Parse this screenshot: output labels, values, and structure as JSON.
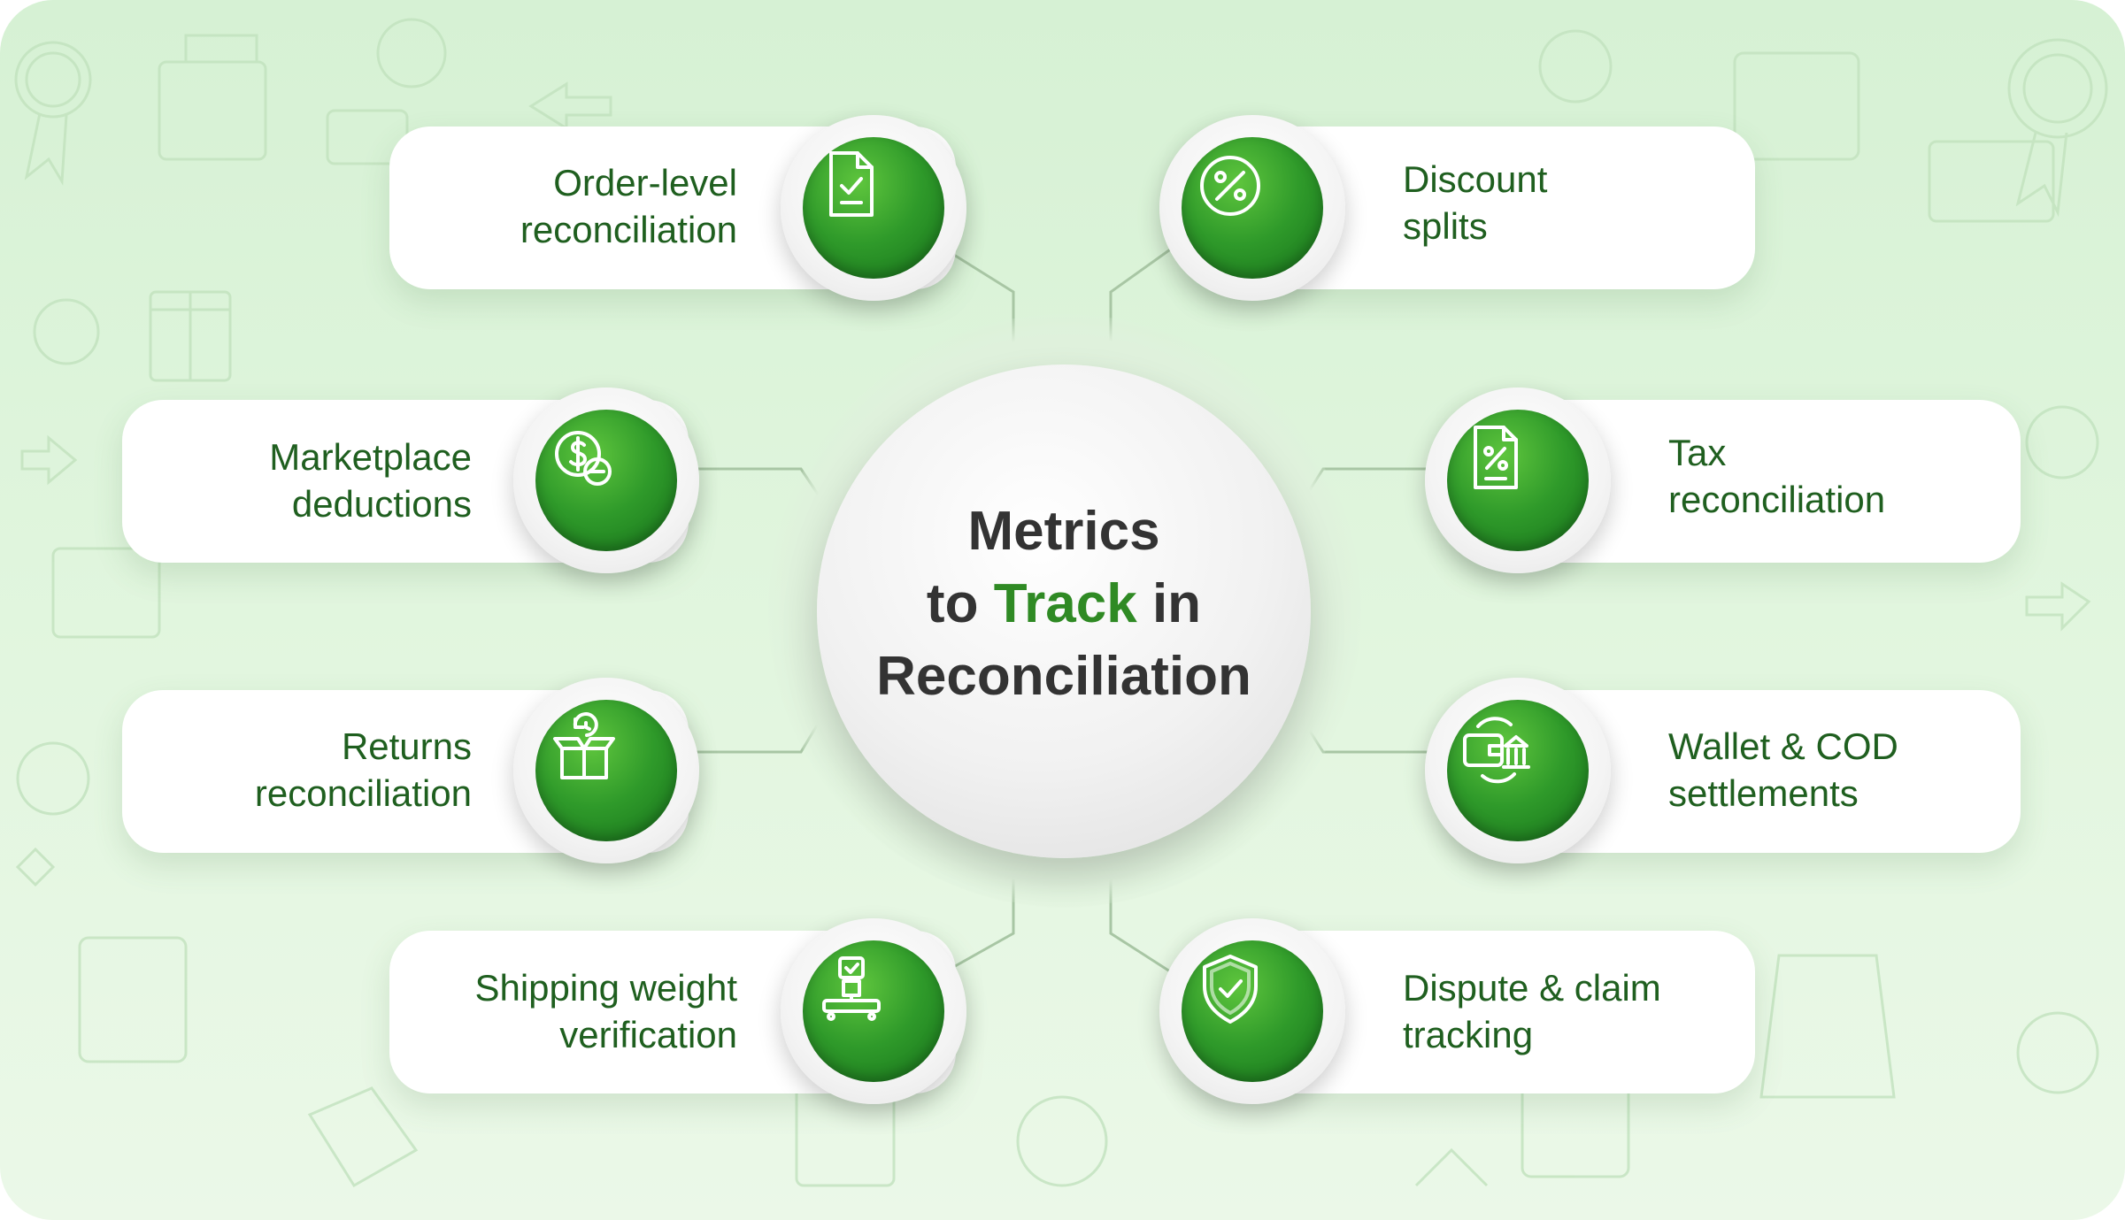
{
  "colors": {
    "accent": "#2f8a24",
    "label_text": "#1f5f1f",
    "title_text": "#333333",
    "icon_green": "#2f9a2a",
    "background": "#dcf3d9",
    "connector": "#a8c6a4"
  },
  "hub": {
    "title_line1": "Metrics",
    "title_line2_pre": "to",
    "title_line2_accent": "Track",
    "title_line2_post": "in",
    "title_line3": "Reconciliation"
  },
  "items": [
    {
      "line1": "Order-level",
      "line2": "reconciliation",
      "icon": "document-check-icon"
    },
    {
      "line1": "Discount",
      "line2": "splits",
      "icon": "percent-badge-icon"
    },
    {
      "line1": "Marketplace",
      "line2": "deductions",
      "icon": "coin-minus-icon"
    },
    {
      "line1": "Tax",
      "line2": "reconciliation",
      "icon": "tax-document-icon"
    },
    {
      "line1": "Returns",
      "line2": "reconciliation",
      "icon": "return-box-icon"
    },
    {
      "line1": "Wallet & COD",
      "line2": "settlements",
      "icon": "wallet-bank-icon"
    },
    {
      "line1": "Shipping weight",
      "line2": "verification",
      "icon": "weighing-scale-icon"
    },
    {
      "line1": "Dispute & claim",
      "line2": "tracking",
      "icon": "shield-check-icon"
    }
  ]
}
